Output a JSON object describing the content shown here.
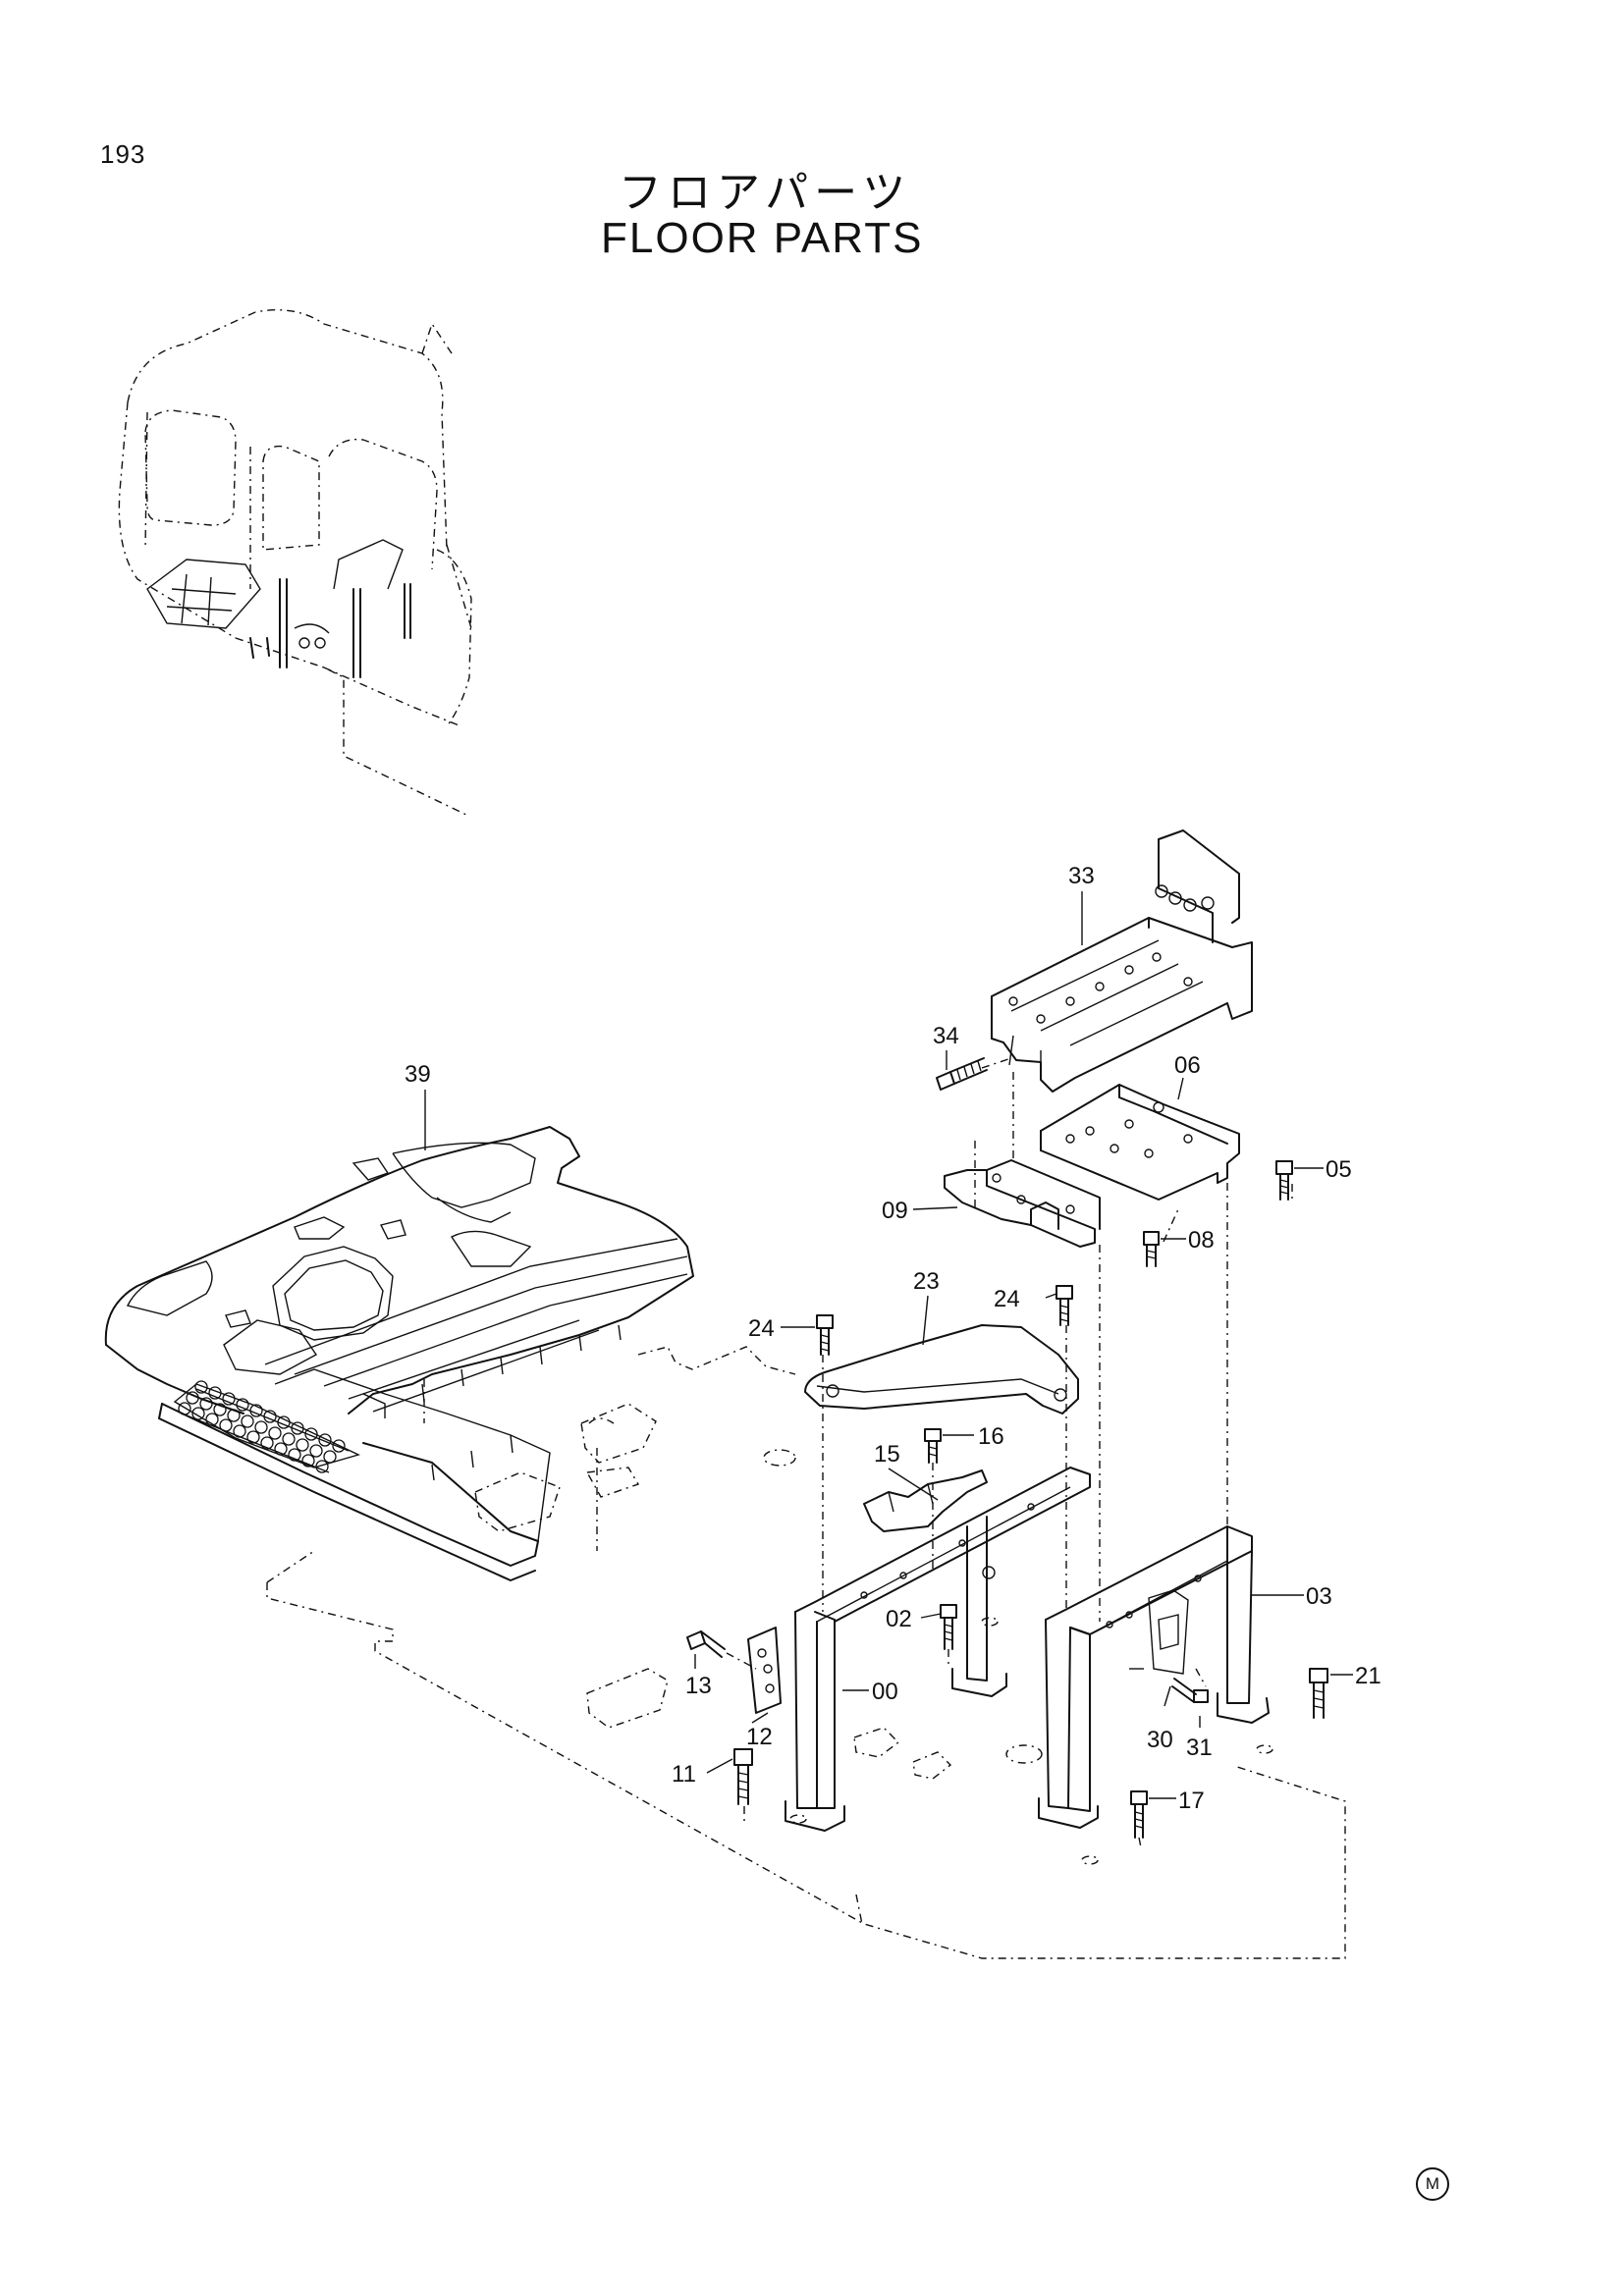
{
  "page_number": "193",
  "title_jp": "フロアパーツ",
  "title_en": "FLOOR PARTS",
  "mark": "M",
  "parts": [
    {
      "id": "00",
      "label": "00"
    },
    {
      "id": "02",
      "label": "02"
    },
    {
      "id": "03",
      "label": "03"
    },
    {
      "id": "05",
      "label": "05"
    },
    {
      "id": "06",
      "label": "06"
    },
    {
      "id": "08",
      "label": "08"
    },
    {
      "id": "09",
      "label": "09"
    },
    {
      "id": "11",
      "label": "11"
    },
    {
      "id": "12",
      "label": "12"
    },
    {
      "id": "13",
      "label": "13"
    },
    {
      "id": "15",
      "label": "15"
    },
    {
      "id": "16",
      "label": "16"
    },
    {
      "id": "17",
      "label": "17"
    },
    {
      "id": "21",
      "label": "21"
    },
    {
      "id": "23",
      "label": "23"
    },
    {
      "id": "24a",
      "label": "24"
    },
    {
      "id": "24b",
      "label": "24"
    },
    {
      "id": "30",
      "label": "30"
    },
    {
      "id": "31",
      "label": "31"
    },
    {
      "id": "33",
      "label": "33"
    },
    {
      "id": "34",
      "label": "34"
    },
    {
      "id": "39",
      "label": "39"
    }
  ]
}
